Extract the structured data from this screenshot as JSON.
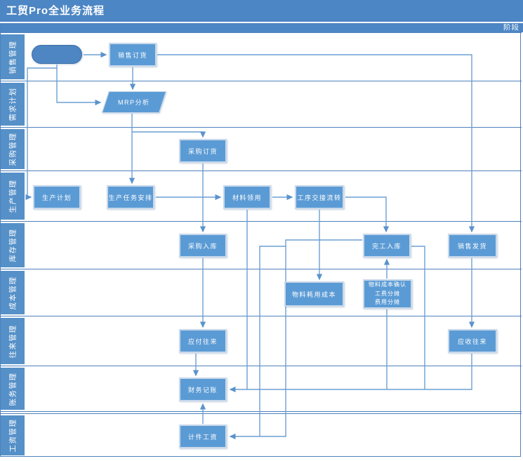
{
  "window": {
    "title": "工贸Pro全业务流程"
  },
  "header": {
    "stage_label": "阶段"
  },
  "colors": {
    "titlebar": "#4d86c4",
    "lane_label_bg": "#5590c8",
    "lane_border": "#4f81bd",
    "node_fill": "#5b9bd5",
    "node_border": "#c9d9eb",
    "connector": "#6b9fd4",
    "text": "#ffffff"
  },
  "lanes": [
    {
      "label": "销售管理"
    },
    {
      "label": "需求计划"
    },
    {
      "label": "采购管理"
    },
    {
      "label": "生产管理"
    },
    {
      "label": "库存管理"
    },
    {
      "label": "成本管理"
    },
    {
      "label": "往来管理"
    },
    {
      "label": "账务管理"
    },
    {
      "label": "工资管理"
    }
  ],
  "nodes": {
    "sales_order": "销售订货",
    "mrp": "MRP分析",
    "purchase_order": "采购订货",
    "production_plan": "生产计划",
    "production_task": "生产任务安排",
    "material_requisition": "材料领用",
    "process_handover": "工序交接流转",
    "purchase_receipt": "采购入库",
    "completion_receipt": "完工入库",
    "sales_delivery": "销售发货",
    "material_cost": "物料耗用成本",
    "cost_confirm_line1": "物料成本确认",
    "cost_confirm_line2": "工费分摊",
    "cost_confirm_line3": "费用分摊",
    "payable": "应付往来",
    "receivable": "应收往来",
    "bookkeeping": "财务记账",
    "piece_wage": "计件工资"
  }
}
